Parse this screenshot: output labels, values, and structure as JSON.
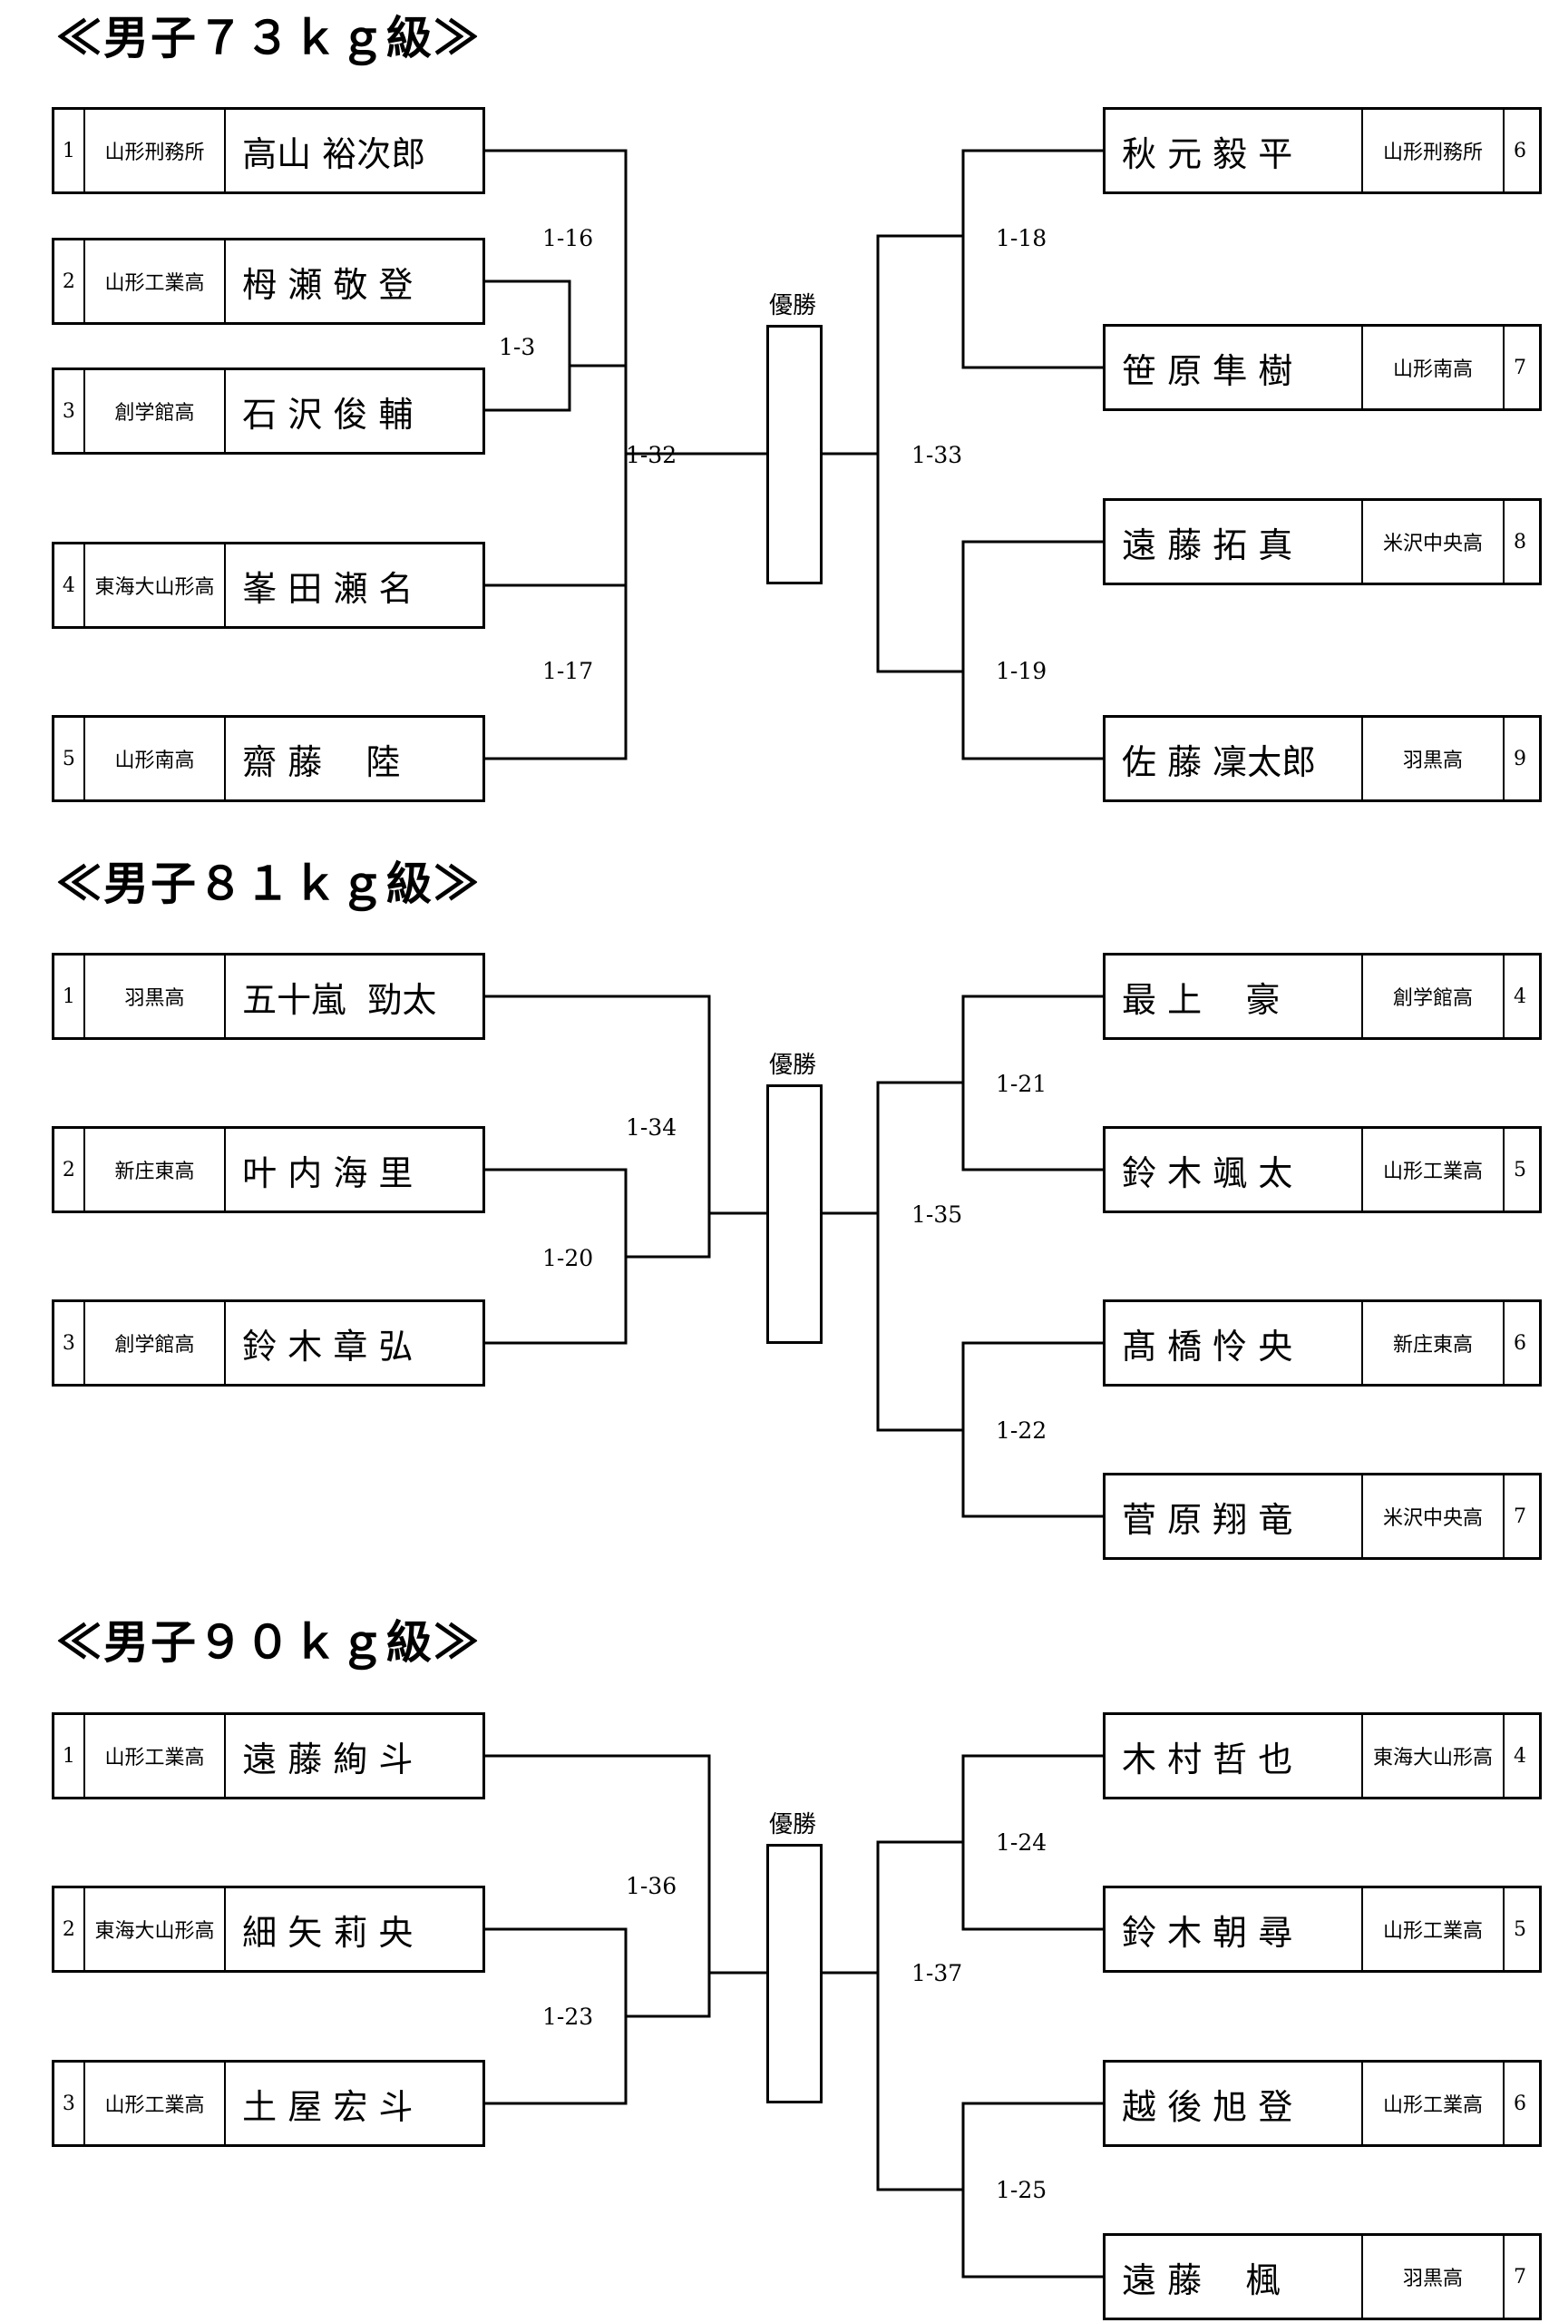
{
  "sections": [
    {
      "title": "≪男子７３ｋｇ級≫",
      "winner_label": "優勝",
      "left": [
        {
          "no": "1",
          "school": "山形刑務所",
          "name": "高山 裕次郎"
        },
        {
          "no": "2",
          "school": "山形工業高",
          "name": "栂 瀬 敬 登"
        },
        {
          "no": "3",
          "school": "創学館高",
          "name": "石 沢 俊 輔"
        },
        {
          "no": "4",
          "school": "東海大山形高",
          "name": "峯 田 瀬 名"
        },
        {
          "no": "5",
          "school": "山形南高",
          "name": "齋 藤    陸"
        }
      ],
      "right": [
        {
          "no": "6",
          "school": "山形刑務所",
          "name": "秋 元 毅 平"
        },
        {
          "no": "7",
          "school": "山形南高",
          "name": "笹 原 隼 樹"
        },
        {
          "no": "8",
          "school": "米沢中央高",
          "name": "遠 藤 拓 真"
        },
        {
          "no": "9",
          "school": "羽黒高",
          "name": "佐 藤 凜太郎"
        }
      ],
      "matches": [
        "1-3",
        "1-16",
        "1-17",
        "1-32",
        "1-18",
        "1-19",
        "1-33"
      ]
    },
    {
      "title": "≪男子８１ｋｇ級≫",
      "winner_label": "優勝",
      "left": [
        {
          "no": "1",
          "school": "羽黒高",
          "name": "五十嵐  勁太"
        },
        {
          "no": "2",
          "school": "新庄東高",
          "name": "叶 内 海 里"
        },
        {
          "no": "3",
          "school": "創学館高",
          "name": "鈴 木 章 弘"
        }
      ],
      "right": [
        {
          "no": "4",
          "school": "創学館高",
          "name": "最 上    豪"
        },
        {
          "no": "5",
          "school": "山形工業高",
          "name": "鈴 木 颯 太"
        },
        {
          "no": "6",
          "school": "新庄東高",
          "name": "髙 橋 怜 央"
        },
        {
          "no": "7",
          "school": "米沢中央高",
          "name": "菅 原 翔 竜"
        }
      ],
      "matches": [
        "1-20",
        "1-34",
        "1-21",
        "1-22",
        "1-35"
      ]
    },
    {
      "title": "≪男子９０ｋｇ級≫",
      "winner_label": "優勝",
      "left": [
        {
          "no": "1",
          "school": "山形工業高",
          "name": "遠 藤 絢 斗"
        },
        {
          "no": "2",
          "school": "東海大山形高",
          "name": "細 矢 莉 央"
        },
        {
          "no": "3",
          "school": "山形工業高",
          "name": "土 屋 宏 斗"
        }
      ],
      "right": [
        {
          "no": "4",
          "school": "東海大山形高",
          "name": "木 村 哲 也"
        },
        {
          "no": "5",
          "school": "山形工業高",
          "name": "鈴 木 朝 尋"
        },
        {
          "no": "6",
          "school": "山形工業高",
          "name": "越 後 旭 登"
        },
        {
          "no": "7",
          "school": "羽黒高",
          "name": "遠 藤    楓"
        }
      ],
      "matches": [
        "1-23",
        "1-36",
        "1-24",
        "1-25",
        "1-37"
      ]
    }
  ]
}
